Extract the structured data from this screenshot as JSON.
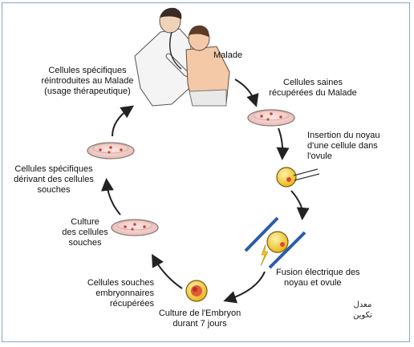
{
  "labels": {
    "malade": "Malade",
    "recup_line1": "Cellules saines",
    "recup_line2": "récupérées du Malade",
    "insert_line1": "Insertion du noyau",
    "insert_line2": "d'une cellule dans",
    "insert_line3": "l'ovule",
    "fusion_line1": "Fusion électrique des",
    "fusion_line2": "noyau    et ovule",
    "culture_emb_line1": "Culture de l'Embryon",
    "culture_emb_line2": "durant 7 jours",
    "souches_emb_line1": "Cellules souches",
    "souches_emb_line2": "embryonnaires",
    "souches_emb_line3": "récupérées",
    "culture_line1": "Culture",
    "culture_line2": "des cellules",
    "culture_line3": "souches",
    "specif_line1": "Cellules spécifiques",
    "specif_line2": "dérivant des cellules",
    "specif_line3": "souches",
    "reintro_line1": "Cellules spécifiques",
    "reintro_line2": "réintroduites au Malade",
    "reintro_line3": "(usage thérapeutique)"
  },
  "watermark": {
    "line1": "معدل",
    "line2": "تكوين"
  },
  "colors": {
    "arrow": "#222222",
    "dish_fill": "#f4d3cf",
    "dish_rim": "#8a7a78",
    "cell_fill": "#f2cc33",
    "nucleus": "#e0452a",
    "electrode": "#2a5da8",
    "frame": "#8aa4c8"
  }
}
